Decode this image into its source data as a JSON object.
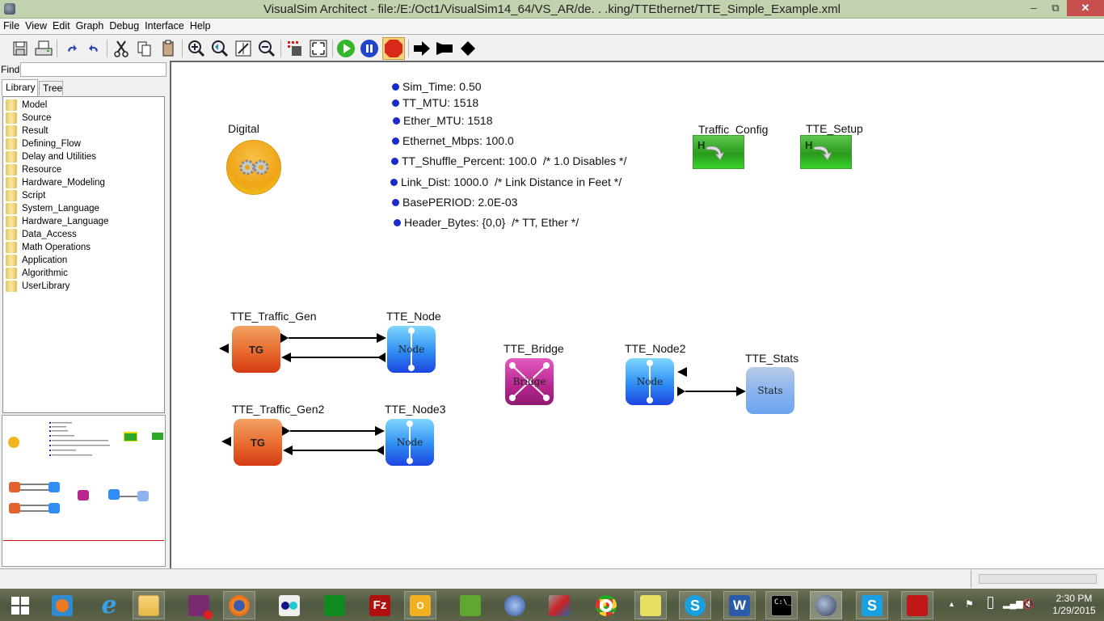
{
  "window": {
    "title": "VisualSim Architect - file:/E:/Oct1/VisualSim14_64/VS_AR/de. . .king/TTEthernet/TTE_Simple_Example.xml",
    "minimize": "‒",
    "maximize": "⧉",
    "close": "✕"
  },
  "menu": [
    "File",
    "View",
    "Edit",
    "Graph",
    "Debug",
    "Interface",
    "Help"
  ],
  "toolbar": {
    "icons": [
      "save-icon",
      "print-icon",
      "redo-icon",
      "undo-icon",
      "cut-icon",
      "copy-icon",
      "paste-icon",
      "zoom-in-icon",
      "zoom-reset-icon",
      "zoom-fit-icon",
      "zoom-out-icon",
      "layout-icon",
      "fullscreen-icon",
      "run-icon",
      "pause-icon",
      "stop-icon",
      "step-arrow-icon",
      "step-flag-icon",
      "diamond-icon"
    ]
  },
  "sidebar": {
    "find_label": "Find:",
    "find_value": "",
    "tabs": [
      "Library",
      "Tree"
    ],
    "active_tab": "Library",
    "library": [
      "Model",
      "Source",
      "Result",
      "Defining_Flow",
      "Delay and Utilities",
      "Resource",
      "Hardware_Modeling",
      "Script",
      "System_Language",
      "Hardware_Language",
      "Data_Access",
      "Math Operations",
      "Application",
      "Algorithmic",
      "UserLibrary"
    ]
  },
  "canvas": {
    "parameters": [
      "Sim_Time: 0.50",
      "TT_MTU: 1518",
      "Ether_MTU: 1518",
      "Ethernet_Mbps: 100.0",
      "TT_Shuffle_Percent: 100.0  /* 1.0 Disables */",
      "Link_Dist: 1000.0  /* Link Distance in Feet */",
      "BasePERIOD: 2.0E-03",
      "Header_Bytes: {0,0}  /* TT, Ether */"
    ],
    "blocks": {
      "digital": {
        "label": "Digital"
      },
      "traffic_config": {
        "label": "Traffic_Config",
        "glyph": "H"
      },
      "tte_setup": {
        "label": "TTE_Setup",
        "glyph": "H"
      },
      "traffic_gen": {
        "label": "TTE_Traffic_Gen",
        "text": "TG"
      },
      "node": {
        "label": "TTE_Node",
        "text": "Node"
      },
      "traffic_gen2": {
        "label": "TTE_Traffic_Gen2",
        "text": "TG"
      },
      "node3": {
        "label": "TTE_Node3",
        "text": "Node"
      },
      "bridge": {
        "label": "TTE_Bridge",
        "text": "Bridge"
      },
      "node2": {
        "label": "TTE_Node2",
        "text": "Node"
      },
      "stats": {
        "label": "TTE_Stats",
        "text": "Stats"
      }
    }
  },
  "taskbar": {
    "apps": [
      "windows-start",
      "media-player",
      "internet-explorer",
      "file-explorer",
      "video-recorder",
      "firefox",
      "visualsim",
      "store",
      "filezilla",
      "outlook",
      "evernote",
      "network-globe",
      "red-app",
      "chrome",
      "sticky-notes",
      "skype",
      "word",
      "command-prompt",
      "visualsim-earth",
      "skype-2",
      "acrobat"
    ],
    "time": "2:30 PM",
    "date": "1/29/2015"
  }
}
